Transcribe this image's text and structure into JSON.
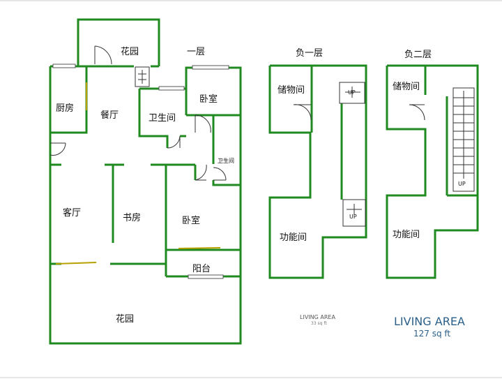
{
  "colors": {
    "wall": "#1f8a1f",
    "accent_text": "#2a5f8a",
    "door_leaf": "#b8a000"
  },
  "floors": {
    "f1": {
      "title": "一层",
      "rooms": {
        "garden_top": "花园",
        "kitchen": "厨房",
        "dining": "餐厅",
        "bath1": "卫生间",
        "bedroom1": "卧室",
        "bath2": "卫生间",
        "living": "客厅",
        "study": "书房",
        "bedroom2": "卧室",
        "balcony": "阳台",
        "garden_bottom": "花园"
      }
    },
    "b1": {
      "title": "负一层",
      "rooms": {
        "storage": "储物间",
        "function": "功能间"
      },
      "stairs": [
        "UP",
        "UP"
      ]
    },
    "b2": {
      "title": "负二层",
      "rooms": {
        "storage": "储物间",
        "function": "功能间"
      },
      "stairs": [
        "UP"
      ]
    }
  },
  "living_area_small": {
    "label": "LIVING AREA",
    "value": "33 sq ft"
  },
  "living_area_big": {
    "label": "LIVING AREA",
    "value": "127 sq ft"
  }
}
